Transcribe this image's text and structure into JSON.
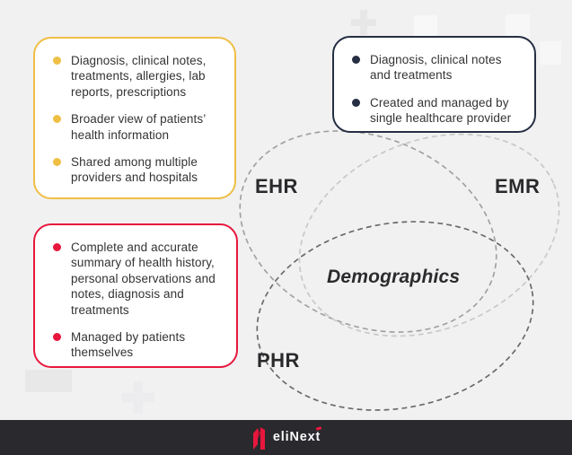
{
  "page": {
    "background": "#f1f1f2",
    "text_color": "#333336"
  },
  "boxes": {
    "ehr": {
      "accent": "#efbf45",
      "items": [
        "Diagnosis, clinical notes, treatments, allergies, lab reports, prescriptions",
        "Broader view of patients’ health information",
        "Shared among multiple providers and hospitals"
      ]
    },
    "emr": {
      "accent": "#262e43",
      "items": [
        "Diagnosis, clinical notes and treatments",
        "Created and managed by single healthcare provider"
      ]
    },
    "phr": {
      "accent": "#e8173d",
      "items": [
        "Complete and accurate summary of health history, personal observations and notes, diagnosis and treatments",
        "Managed by patients themselves"
      ]
    }
  },
  "venn": {
    "labels": {
      "ehr": "EHR",
      "emr": "EMR",
      "phr": "PHR",
      "center": "Demographics"
    },
    "colors": {
      "ehr": "#a2a2a4",
      "emr": "#c9c9ca",
      "phr": "#6b6b6d"
    }
  },
  "footer": {
    "brand": "eliNext",
    "background": "#2a292e",
    "logo_red": "#e8173d"
  }
}
